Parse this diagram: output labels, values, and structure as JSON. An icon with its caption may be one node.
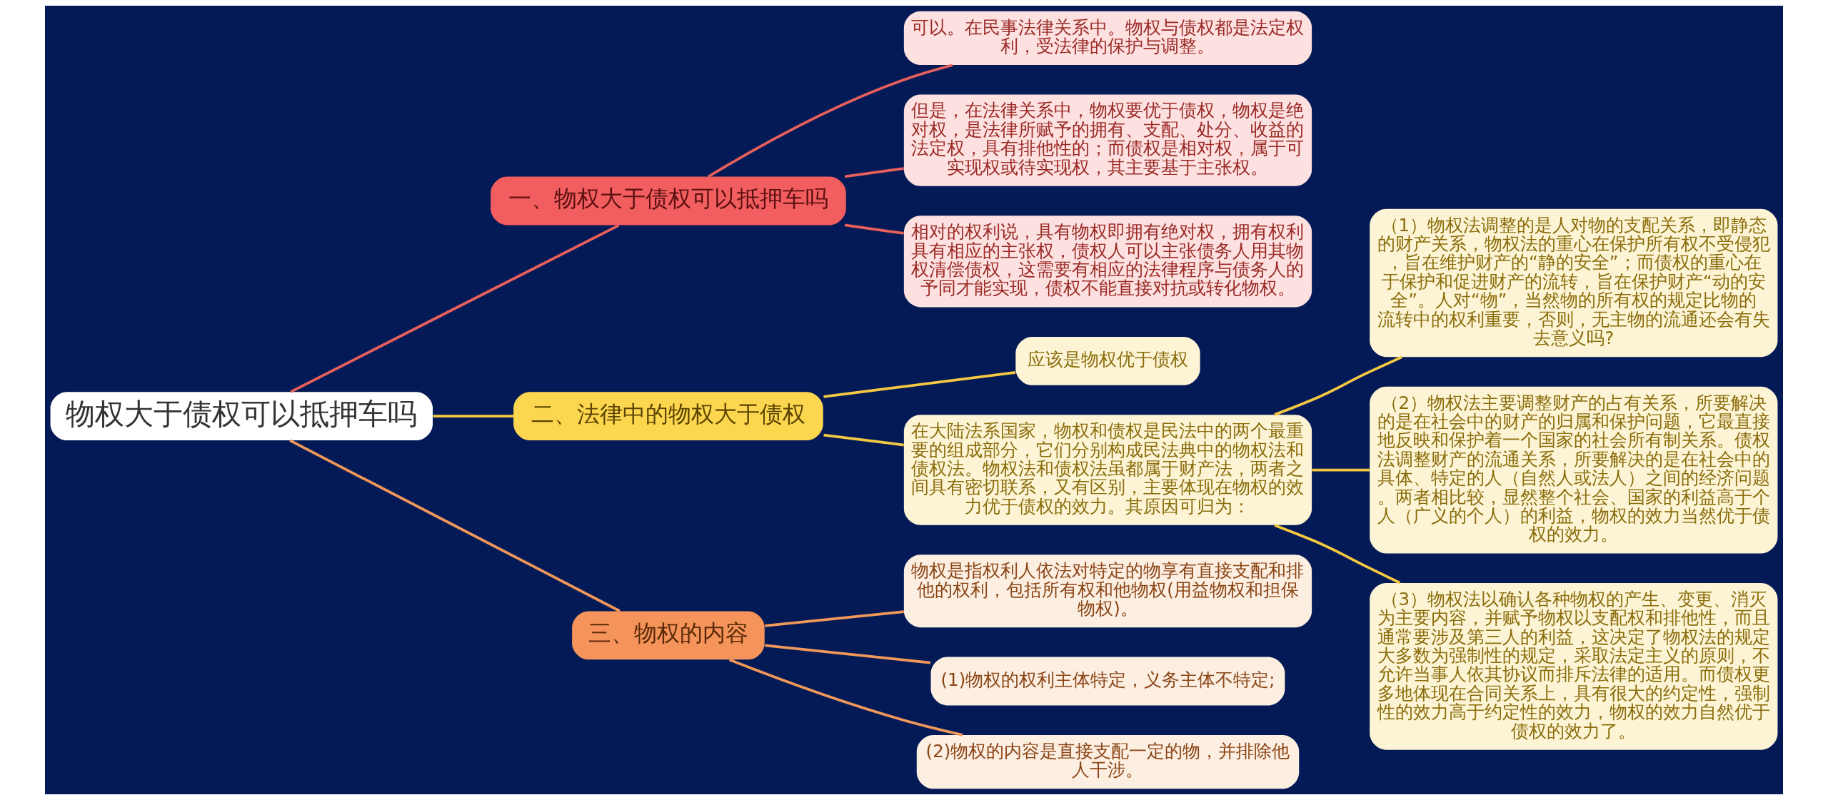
{
  "diagram": {
    "nodes": [
      {
        "text": [
          "物权大于债权可以抵押车吗"
        ]
      },
      {
        "text": [
          "一、物权大于债权可以抵押车吗"
        ]
      },
      {
        "text": [
          "可以。在民事法律关系中。物权与债权都是法定权利，受法律的保护与调整。"
        ]
      },
      {
        "text": [
          "但是，在法律关系中，物权要优于债权，物权是绝对权，是法律所赋予的拥有、支配、处分、收益的法定权，具有排他性的；而债权是相对权，属于可实现权或待实现权，其主要基于主张权。"
        ]
      },
      {
        "text": [
          "相对的权利说，具有物权即拥有绝对权，拥有权利具有相应的主张权，债权人可以主张债务人用其物权清偿债权，这需要有相应的法律程序与债务人的予同才能实现，债权不能直接对抗或转化物权。"
        ]
      },
      {
        "text": [
          "二、法律中的物权大于债权"
        ]
      },
      {
        "text": [
          "应该是物权优于债权"
        ]
      },
      {
        "text": [
          "在大陆法系国家，物权和债权是民法中的两个最重要的组成部分，它们分别构成民法典中的物权法和债权法。物权法和债权法虽都属于财产法，两者之间具有密切联系，又有区别，主要体现在物权的效力优于债权的效力。其原因可归为："
        ]
      },
      {
        "text": [
          "（1）物权法调整的是人对物的支配关系，即静态的财产关系，物权法的重心在保护所有权不受侵犯，旨在维护财产的“静的安全”；而债权的重心在于保护和促进财产的流转，旨在保护财产“动的安全”。人对“物”，当然物的所有权的规定比物的流转中的权利重要，否则，无主物的流通还会有失去意义吗?"
        ]
      },
      {
        "text": [
          "（2）物权法主要调整财产的占有关系，所要解决的是在社会中的财产的归属和保护问题，它最直接地反映和保护着一个国家的社会所有制关系。债权法调整财产的流通关系，所要解决的是在社会中的具体、特定的人（自然人或法人）之间的经济问题。两者相比较，显然整个社会、国家的利益高于个人（广义的个人）的利益，物权的效力当然优于债权的效力。"
        ]
      },
      {
        "text": [
          "（3）物权法以确认各种物权的产生、变更、消灭为主要内容，并赋予物权以支配权和排他性，而且通常要涉及第三人的利益，这决定了物权法的规定大多数为强制性的规定，采取法定主义的原则，不允许当事人依其协议而排斥法律的适用。而债权更多地体现在合同关系上，具有很大的约定性，强制性的效力高于约定性的效力，物权的效力自然优于债权的效力了。"
        ]
      },
      {
        "text": [
          "三、物权的内容"
        ]
      },
      {
        "text": [
          "物权是指权利人依法对特定的物享有直接支配和排他的权利，包括所有权和他物权(用益物权和担保物权)。"
        ]
      },
      {
        "text": [
          "(1)物权的权利主体特定，义务主体不特定;"
        ]
      },
      {
        "text": [
          "(2)物权的内容是直接支配一定的物，并排除他人干涉。"
        ]
      }
    ],
    "edges": [
      {
        "from": 0,
        "to": 1,
        "arrow": "none",
        "color": "#e8605c"
      },
      {
        "from": 1,
        "to": 2,
        "arrow": "none",
        "color": "#e8605c"
      },
      {
        "from": 1,
        "to": 3,
        "arrow": "none",
        "color": "#e8605c"
      },
      {
        "from": 1,
        "to": 4,
        "arrow": "none",
        "color": "#e8605c"
      },
      {
        "from": 0,
        "to": 5,
        "arrow": "none"
      },
      {
        "from": 5,
        "to": 6,
        "arrow": "none"
      },
      {
        "from": 5,
        "to": 7,
        "arrow": "none"
      },
      {
        "from": 7,
        "to": 8,
        "arrow": "none"
      },
      {
        "from": 7,
        "to": 9,
        "arrow": "none"
      },
      {
        "from": 7,
        "to": 10,
        "arrow": "none"
      },
      {
        "from": 0,
        "to": 11,
        "arrow": "none",
        "color": "#f0975a"
      },
      {
        "from": 11,
        "to": 12,
        "arrow": "none",
        "color": "#f0975a"
      },
      {
        "from": 11,
        "to": 13,
        "arrow": "none",
        "color": "#f0975a"
      },
      {
        "from": 11,
        "to": 14,
        "arrow": "none",
        "color": "#f0975a"
      }
    ]
  }
}
